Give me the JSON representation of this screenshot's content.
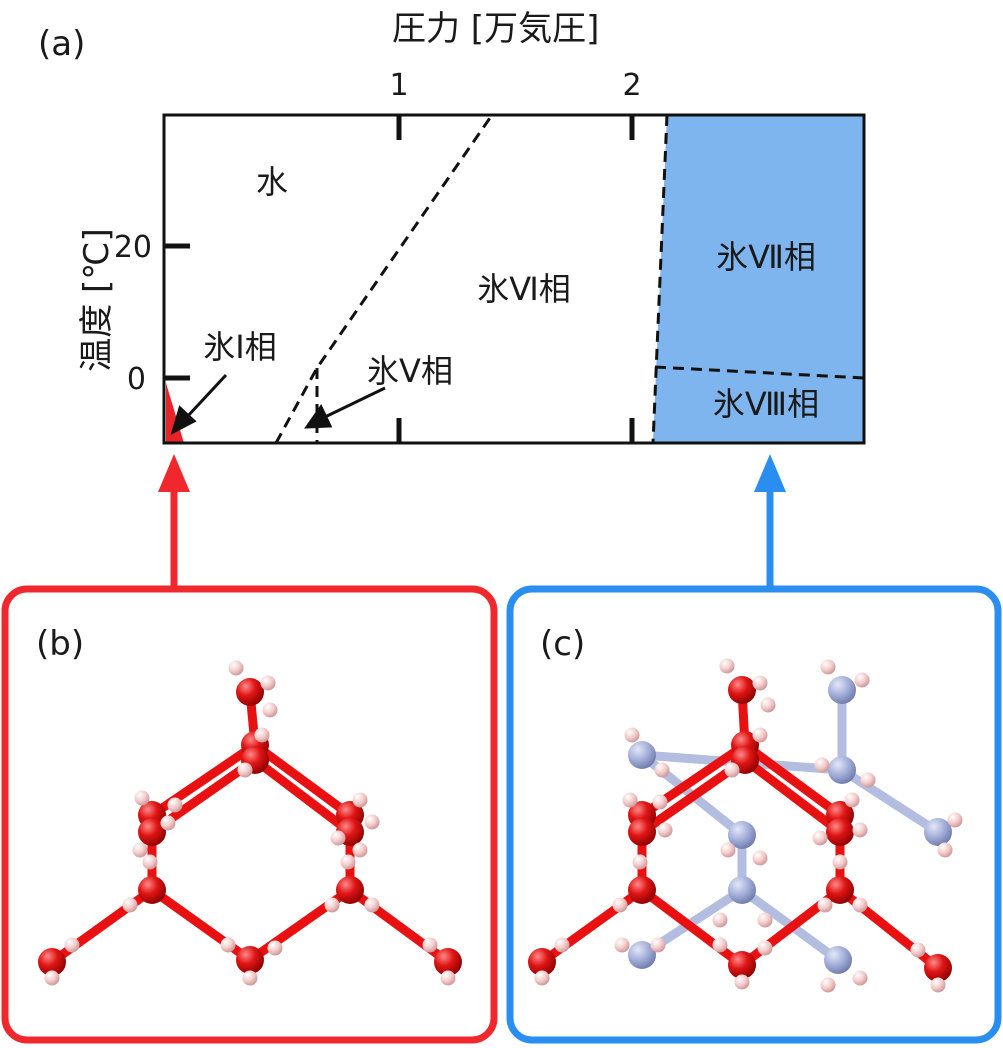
{
  "panel_a": {
    "label": "(a)",
    "x_axis_label": "圧力 [万気圧]",
    "y_axis_label": "温度 [℃]",
    "x_ticks": [
      "1",
      "2"
    ],
    "y_ticks": [
      "20",
      "0"
    ],
    "regions": {
      "water": "水",
      "ice1": "氷Ⅰ相",
      "ice5": "氷Ⅴ相",
      "ice6": "氷Ⅵ相",
      "ice7": "氷Ⅶ相",
      "ice8": "氷Ⅷ相"
    },
    "colors": {
      "ice1_fill": "#e8242a",
      "ice7_fill": "#7fb5ee"
    }
  },
  "panel_b": {
    "label": "(b)",
    "border_color": "#f0272d"
  },
  "panel_c": {
    "label": "(c)",
    "border_color": "#2a8ef0"
  },
  "arrows": {
    "left_color": "#f0272d",
    "right_color": "#2a8ef0"
  },
  "molecule_colors": {
    "oxygen_a": "#e81010",
    "bond_a": "#e81010",
    "oxygen_b": "#a9b4dc",
    "bond_b": "#b3bde0",
    "hydrogen": "#f2c7c7"
  }
}
